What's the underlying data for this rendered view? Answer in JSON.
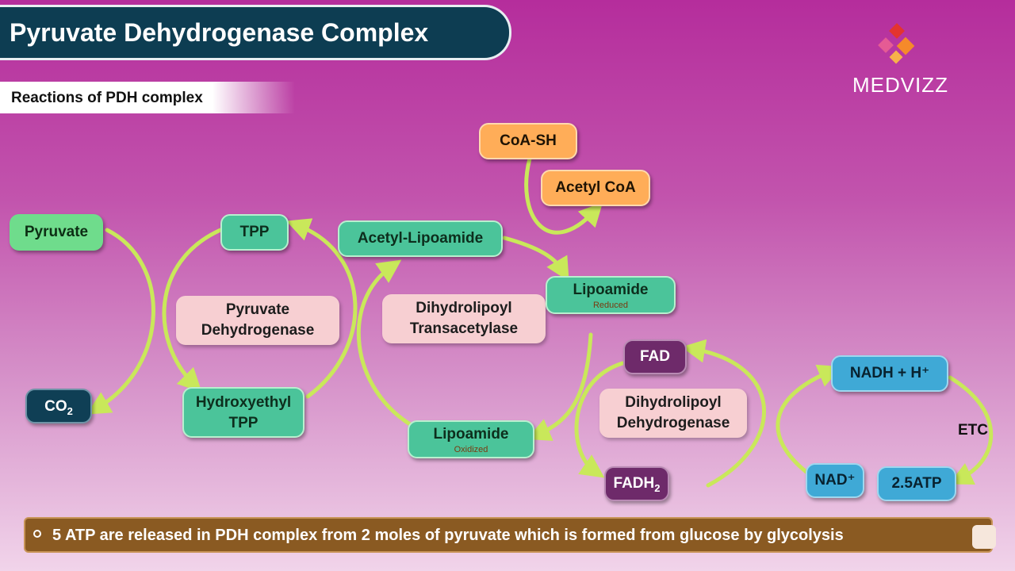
{
  "header": {
    "title": "Pyruvate Dehydrogenase Complex",
    "subtitle": "Reactions of PDH complex"
  },
  "brand": {
    "logo_text": "MEDVIZZ",
    "logo_icon": "medvizz-logo-icon",
    "colors": {
      "red": "#e3342f",
      "orange": "#f58a2a",
      "pink": "#e55b94"
    }
  },
  "nodes": {
    "pyruvate": "Pyruvate",
    "co2_main": "CO",
    "co2_sub": "2",
    "tpp": "TPP",
    "hydroxyethyl_tpp_line1": "Hydroxyethyl",
    "hydroxyethyl_tpp_line2": "TPP",
    "acetyl_lipoamide": "Acetyl-Lipoamide",
    "coa_sh": "CoA-SH",
    "acetyl_coa": "Acetyl CoA",
    "lipoamide_reduced": "Lipoamide",
    "lipoamide_reduced_sub": "Reduced",
    "lipoamide_oxidized": "Lipoamide",
    "lipoamide_oxidized_sub": "Oxidized",
    "fad": "FAD",
    "fadh2_main": "FADH",
    "fadh2_sub": "2",
    "nadh": "NADH + H⁺",
    "nad": "NAD⁺",
    "atp": "2.5ATP"
  },
  "enzymes": {
    "pyruvate_dehydrogenase_line1": "Pyruvate",
    "pyruvate_dehydrogenase_line2": "Dehydrogenase",
    "transacetylase_line1": "Dihydrolipoyl",
    "transacetylase_line2": "Transacetylase",
    "dihydrolipoyl_dehydrogenase_line1": "Dihydrolipoyl",
    "dihydrolipoyl_dehydrogenase_line2": "Dehydrogenase"
  },
  "labels": {
    "etc": "ETC"
  },
  "footer": {
    "text": "5 ATP are released in PDH complex from 2 moles of pyruvate which is formed from glucose by glycolysis"
  },
  "colors": {
    "arrow": "#c9e85a",
    "title_bg": "#0d3d52",
    "footer_bg": "#8a5a22"
  }
}
